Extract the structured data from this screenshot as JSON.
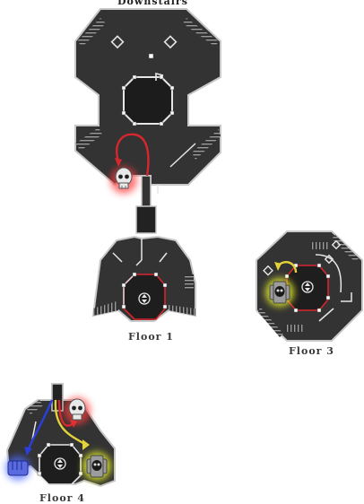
{
  "labels": {
    "top": "Downstairs",
    "floor1": "Floor 1",
    "floor3": "Floor 3",
    "floor4": "Floor 4"
  },
  "markers": [
    {
      "id": "skull-top",
      "icon": "skull-icon",
      "glow": "red"
    },
    {
      "id": "hand-floor3",
      "icon": "skull-hand-icon",
      "glow": "yellow"
    },
    {
      "id": "skull-floor4",
      "icon": "skull-icon",
      "glow": "red"
    },
    {
      "id": "hand-floor4",
      "icon": "skull-hand-icon",
      "glow": "yellow"
    },
    {
      "id": "fist-floor4",
      "icon": "fist-icon",
      "glow": "blue"
    }
  ],
  "colors": {
    "floor": "#2f2f2f",
    "wall": "#dcdcdc",
    "route_red": "#d8262e",
    "route_yellow": "#e3d23a",
    "route_blue": "#2c3fd8",
    "glow_red": "#ff3b3b",
    "glow_yellow": "#f4ff2a",
    "glow_blue": "#4f6bff"
  }
}
